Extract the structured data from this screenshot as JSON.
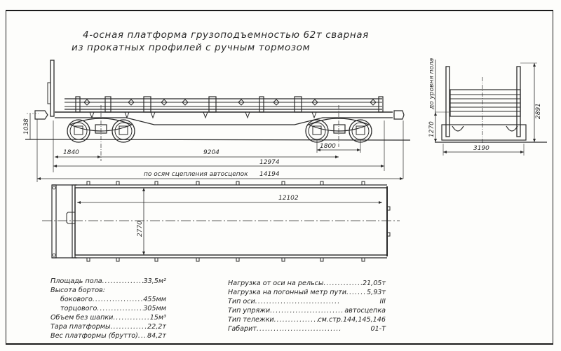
{
  "title": {
    "line1": "4-осная платформа грузоподъемностью 62т сварная",
    "line2": "из прокатных профилей с ручным тормозом"
  },
  "side_view": {
    "dimensions": {
      "coupler_height": "1038",
      "overhang": "1840",
      "bogie_centers": "9204",
      "bogie_wheelbase": "1800",
      "frame_length": "12974",
      "coupler_length_label": "по осям сцепления автосцепок",
      "coupler_length": "14194"
    }
  },
  "end_view": {
    "dimensions": {
      "floor_height_label": "до уровня пола",
      "floor_height": "1270",
      "total_height": "2891",
      "width": "3190"
    }
  },
  "plan_view": {
    "dimensions": {
      "inner_length": "12102",
      "inner_width": "2770"
    }
  },
  "specs_left": [
    {
      "label": "Площадь пола",
      "value": "33,5м²",
      "indent": false
    },
    {
      "label": "Высота бортов:",
      "value": "",
      "indent": false
    },
    {
      "label": "бокового",
      "value": "455мм",
      "indent": true
    },
    {
      "label": "торцового",
      "value": "305мм",
      "indent": true
    },
    {
      "label": "Объем без шапки",
      "value": "15м³",
      "indent": false
    },
    {
      "label": "Тара платформы",
      "value": "22,2т",
      "indent": false
    },
    {
      "label": "Вес платформы (брутто)",
      "value": "84,2т",
      "indent": false
    }
  ],
  "specs_right": [
    {
      "label": "Нагрузка от оси на рельсы",
      "value": "21,05т"
    },
    {
      "label": "Нагрузка на погонный метр пути",
      "value": "5,93т"
    },
    {
      "label": "Тип оси",
      "value": "III"
    },
    {
      "label": "Тип упряжи",
      "value": "автосцепка"
    },
    {
      "label": "Тип тележки",
      "value": "см.стр.144,145,146"
    },
    {
      "label": "Габарит",
      "value": "01-Т"
    }
  ]
}
